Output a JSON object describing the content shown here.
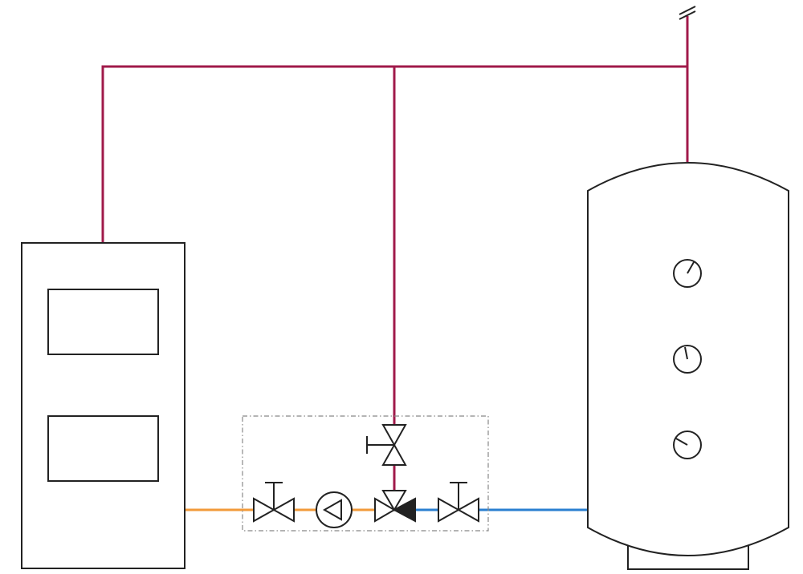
{
  "diagram": {
    "colors": {
      "flow_pipe": "#a01a4a",
      "return_pipe_hot": "#f29a3a",
      "return_pipe_cold": "#2a7fd0",
      "outline": "#222222",
      "group_box": "#888888",
      "background": "#ffffff"
    },
    "components": [
      {
        "id": "boiler",
        "icon": "boiler-unit"
      },
      {
        "id": "storage-tank",
        "icon": "buffer-tank"
      },
      {
        "id": "thermometer-top",
        "icon": "thermometer-gauge"
      },
      {
        "id": "thermometer-middle",
        "icon": "thermometer-gauge"
      },
      {
        "id": "thermometer-bottom",
        "icon": "thermometer-gauge"
      },
      {
        "id": "shutoff-valve-left",
        "icon": "gate-valve"
      },
      {
        "id": "circulation-pump",
        "icon": "pump"
      },
      {
        "id": "three-way-mixing-valve",
        "icon": "three-way-valve"
      },
      {
        "id": "bypass-valve",
        "icon": "gate-valve"
      },
      {
        "id": "shutoff-valve-right",
        "icon": "gate-valve"
      },
      {
        "id": "vent",
        "icon": "air-vent"
      },
      {
        "id": "pump-group",
        "icon": "dashed-assembly-box"
      }
    ]
  }
}
